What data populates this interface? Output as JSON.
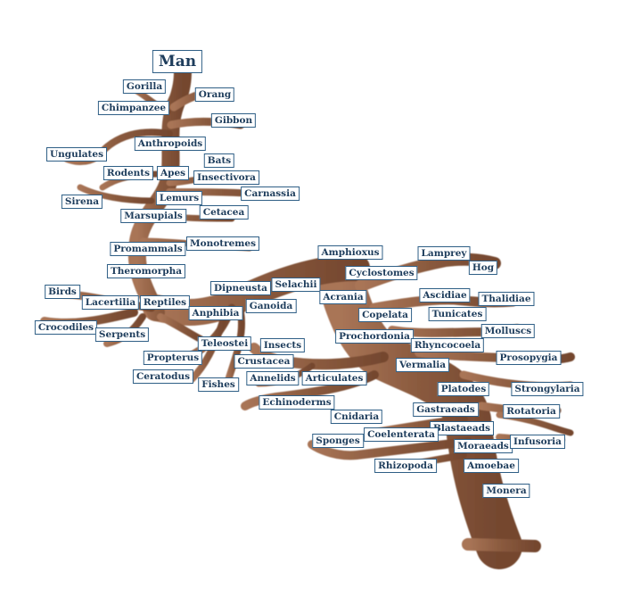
{
  "diagram": {
    "apex_label": "Man",
    "labels": [
      "Gorilla",
      "Orang",
      "Chimpanzee",
      "Gibbon",
      "Anthropoids",
      "Ungulates",
      "Bats",
      "Rodents",
      "Apes",
      "Insectivora",
      "Sirena",
      "Lemurs",
      "Carnassia",
      "Marsupials",
      "Cetacea",
      "Promammals",
      "Monotremes",
      "Theromorpha",
      "Birds",
      "Lacertilia",
      "Reptiles",
      "Crocodiles",
      "Serpents",
      "Amphioxus",
      "Lamprey",
      "Hog",
      "Cyclostomes",
      "Dipneusta",
      "Selachii",
      "Acrania",
      "Ascidiae",
      "Thalidiae",
      "Ganoida",
      "Anphibia",
      "Copelata",
      "Tunicates",
      "Prochordonia",
      "Molluscs",
      "Teleostei",
      "Insects",
      "Rhyncocoela",
      "Propterus",
      "Crustacea",
      "Vermalia",
      "Prosopygia",
      "Ceratodus",
      "Fishes",
      "Annelids",
      "Articulates",
      "Platodes",
      "Strongylaria",
      "Echinoderms",
      "Gastraeads",
      "Rotatoria",
      "Cnidaria",
      "Blastaeads",
      "Sponges",
      "Coelenterata",
      "Moraeads",
      "Infusoria",
      "Rhizopoda",
      "Amoebae",
      "Monera"
    ]
  },
  "colors": {
    "trunk": "#7f5137",
    "trunk_light": "#b8876a",
    "label_border": "#2f5f86",
    "label_text": "#1e3d5c"
  }
}
